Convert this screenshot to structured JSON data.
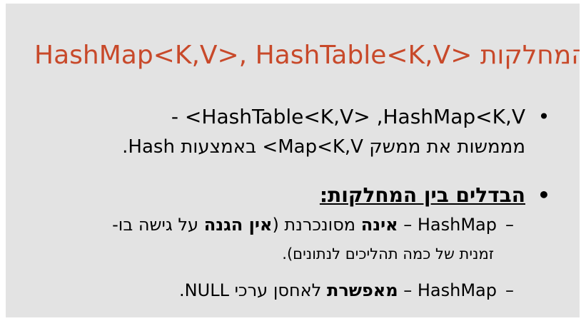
{
  "title": "HashMap<K,V>, HashTable<K,V> המחלקות",
  "bullet_char": "•",
  "dash_char": "–",
  "bullet1": {
    "line1": "HashTable<K,V> ,HashMap<K,V> -",
    "line2": "מממשות את ממשק Map<K,V> באמצעות Hash."
  },
  "bullet2": {
    "text": "הבדלים בין המחלקות:"
  },
  "sub1": {
    "lead": "HashMap – ",
    "emph1": "אינה",
    "mid": " מסונכרנת (",
    "emph2": "אין הגנה",
    "tail": " על גישה בו-",
    "line2": "זמנית של כמה תהליכים לנתונים)."
  },
  "sub2": {
    "lead": "HashMap – ",
    "emph": "מאפשרת",
    "tail": " לאחסן ערכי NULL."
  }
}
